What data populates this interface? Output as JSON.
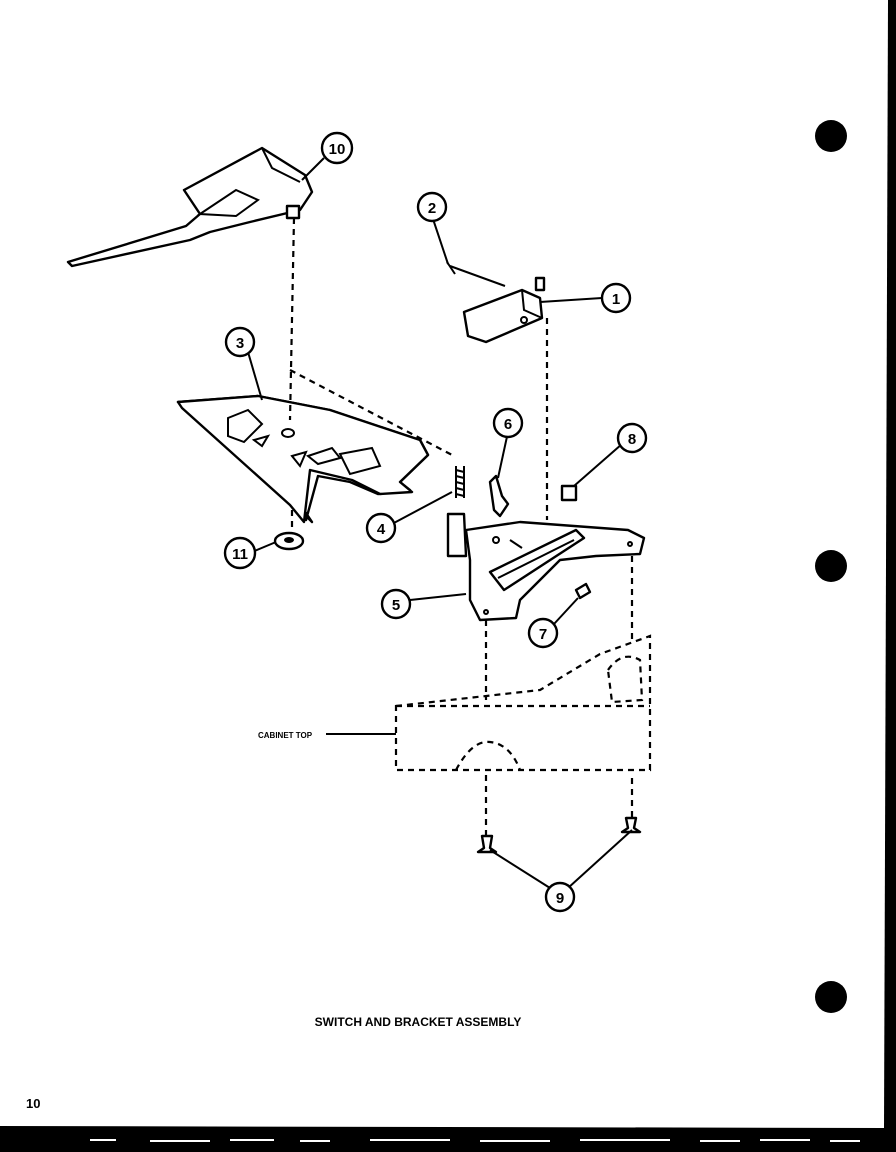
{
  "diagram": {
    "title": "SWITCH AND BRACKET ASSEMBLY",
    "page_number": "10",
    "cabinet_label": "CABINET TOP",
    "callouts": [
      "1",
      "2",
      "3",
      "4",
      "5",
      "6",
      "7",
      "8",
      "9",
      "10",
      "11"
    ]
  },
  "colors": {
    "paper": "#ffffff",
    "ink": "#000000",
    "scan_border": "#000000"
  }
}
